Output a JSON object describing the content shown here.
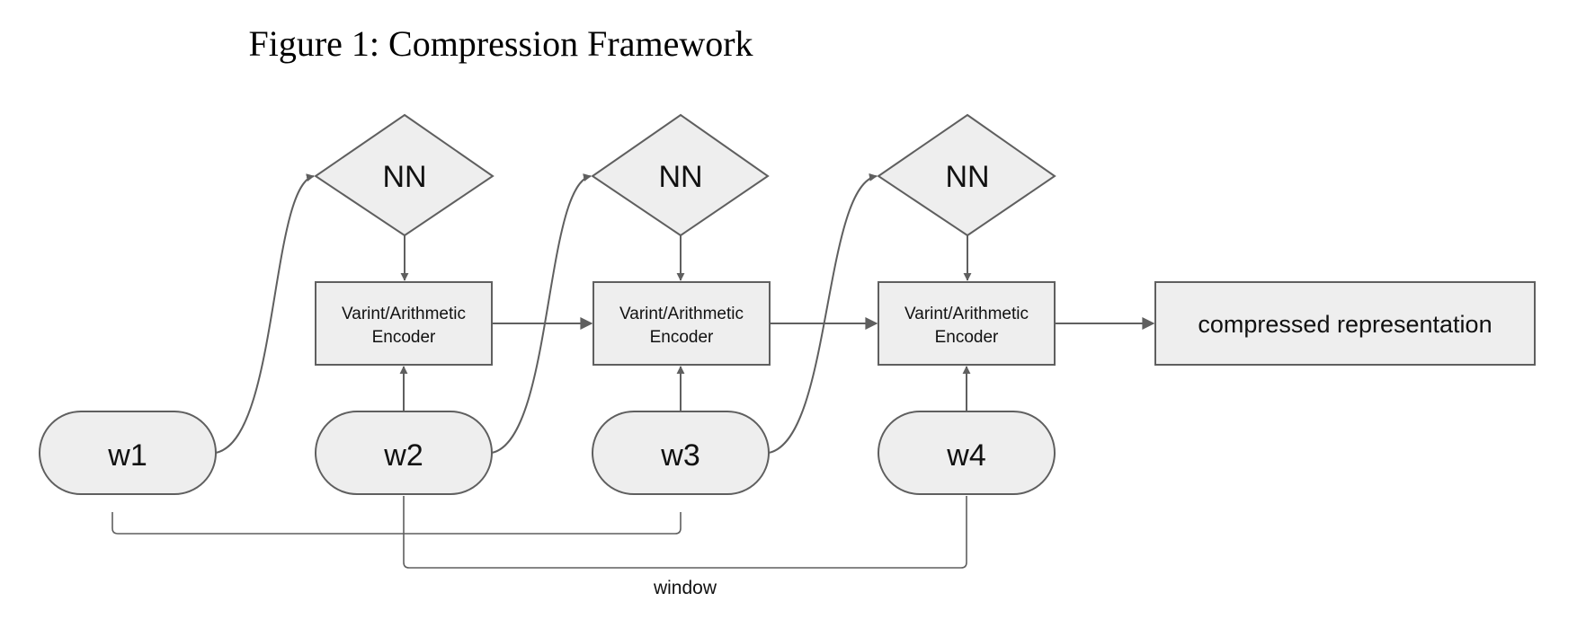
{
  "figure": {
    "title": "Figure 1: Compression Framework",
    "nn_label": "NN",
    "encoder_label_line1": "Varint/Arithmetic",
    "encoder_label_line2": "Encoder",
    "output_label": "compressed representation",
    "inputs": [
      "w1",
      "w2",
      "w3",
      "w4"
    ],
    "window_label": "window"
  }
}
